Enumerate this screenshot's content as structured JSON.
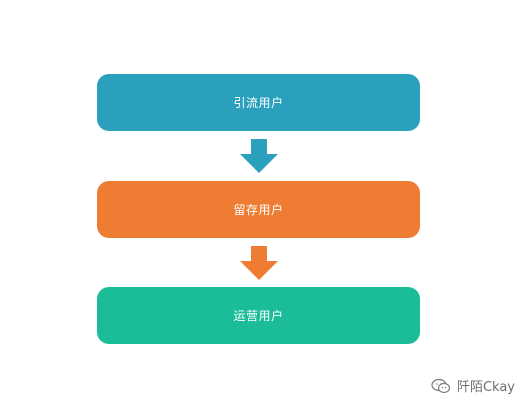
{
  "steps": [
    {
      "label": "引流用户",
      "color": "#2ba0bc"
    },
    {
      "label": "留存用户",
      "color": "#ee7d33"
    },
    {
      "label": "运营用户",
      "color": "#1bbd99"
    }
  ],
  "arrows": [
    {
      "color": "#2ba0bc",
      "icon": "arrow-down-icon"
    },
    {
      "color": "#ee7d33",
      "icon": "arrow-down-icon"
    }
  ],
  "watermark": {
    "text": "阡陌Ckay",
    "icon": "wechat-icon"
  }
}
